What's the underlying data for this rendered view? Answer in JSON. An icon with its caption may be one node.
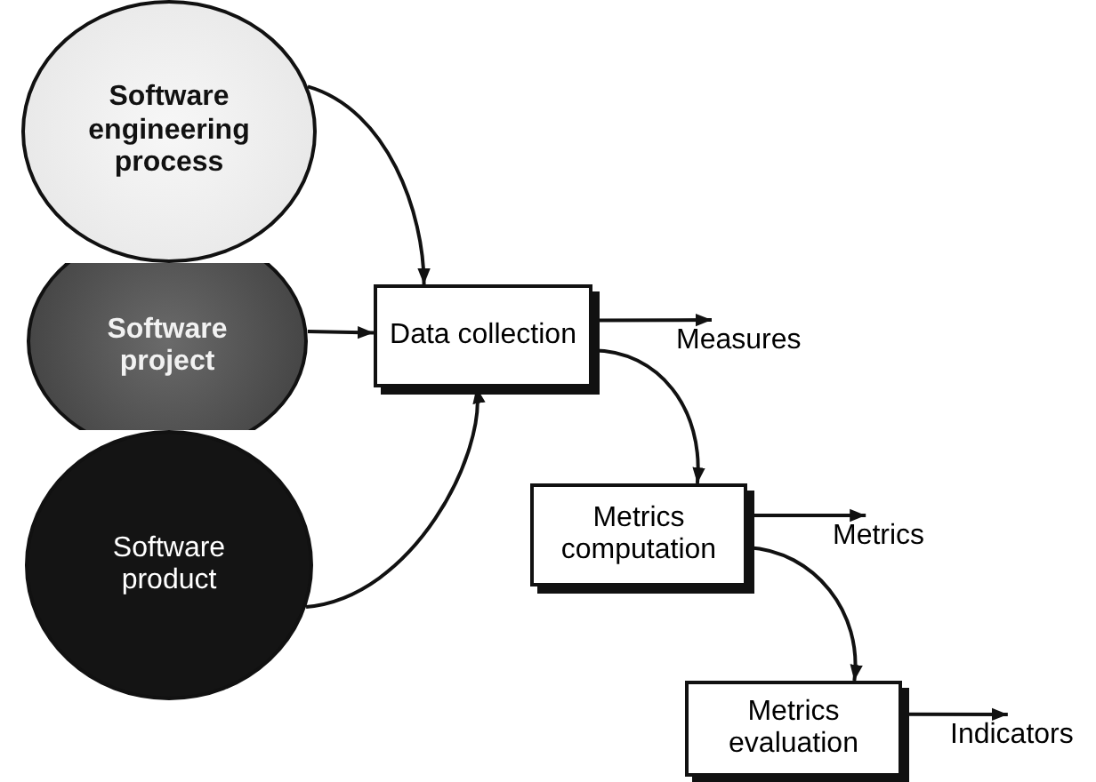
{
  "diagram": {
    "nodes": [
      {
        "text": [
          "Software engineering process"
        ]
      },
      {
        "text": [
          "Software project"
        ]
      },
      {
        "text": [
          "Software product"
        ]
      },
      {
        "text": [
          "Data collection"
        ]
      },
      {
        "text": [
          "Metrics computation"
        ]
      },
      {
        "text": [
          "Metrics evaluation"
        ]
      },
      {
        "text": [
          "Measures"
        ]
      },
      {
        "text": [
          "Metrics"
        ]
      },
      {
        "text": [
          "Indicators"
        ]
      }
    ],
    "edges": [
      {
        "from": 0,
        "to": 3,
        "arrow": "to"
      },
      {
        "from": 1,
        "to": 3,
        "arrow": "to"
      },
      {
        "from": 2,
        "to": 3,
        "arrow": "to"
      },
      {
        "from": 3,
        "to": 6,
        "arrow": "to"
      },
      {
        "from": 3,
        "to": 4,
        "arrow": "to"
      },
      {
        "from": 4,
        "to": 7,
        "arrow": "to"
      },
      {
        "from": 4,
        "to": 5,
        "arrow": "to"
      },
      {
        "from": 5,
        "to": 8,
        "arrow": "to"
      }
    ]
  }
}
